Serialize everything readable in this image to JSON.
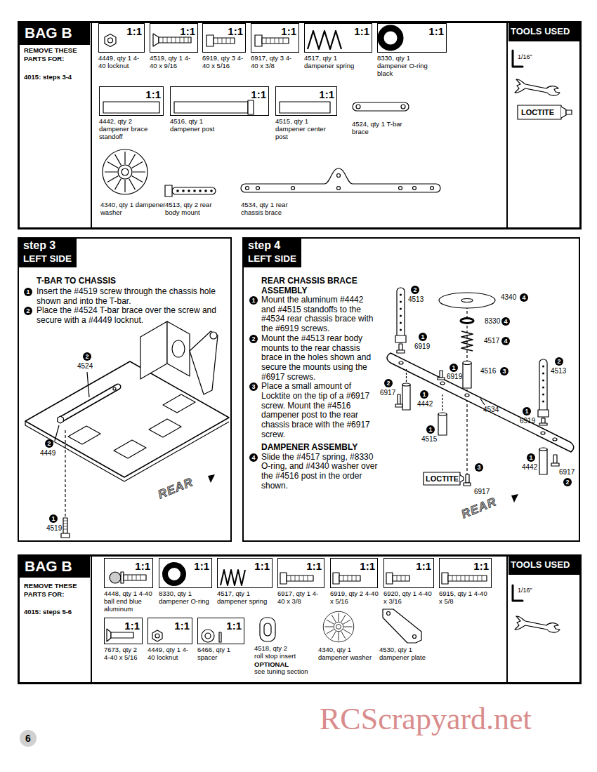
{
  "diagram": {
    "nodes": [
      {
        "text": [
          "BAG B",
          "REMOVE THESE PARTS FOR:",
          "4015: steps 3-4"
        ]
      },
      {
        "text": [
          "1:1",
          "4449, qty 1 4-40 locknut"
        ],
        "in": 0
      },
      {
        "text": [
          "1:1",
          "4519, qty 1 4-40 x 9/16"
        ],
        "in": 0
      },
      {
        "text": [
          "1:1",
          "6919, qty 3 4-40 x 5/16"
        ],
        "in": 0
      },
      {
        "text": [
          "1:1",
          "6917, qty 3 4-40 x 3/8"
        ],
        "in": 0
      },
      {
        "text": [
          "1:1",
          "4517, qty 1 dampener spring"
        ],
        "in": 0
      },
      {
        "text": [
          "1:1",
          "8330, qty 1 dampener O-ring black"
        ],
        "in": 0
      },
      {
        "text": [
          "1:1",
          "4442, qty 2 dampener brace standoff"
        ],
        "in": 0
      },
      {
        "text": [
          "1:1",
          "4516, qty 1 dampener post"
        ],
        "in": 0
      },
      {
        "text": [
          "1:1",
          "4515, qty 1 dampener center post"
        ],
        "in": 0
      },
      {
        "text": [
          "TOOLS USED"
        ],
        "in": 0
      },
      {
        "text": [
          "step 3",
          "LEFT SIDE",
          "T-BAR TO CHASSIS",
          "Insert the #4519 screw through the chassis hole shown and into the T-bar.",
          "Place the #4524 T-bar brace over the screw and secure with a #4449 locknut."
        ]
      },
      {
        "text": [
          "step 4",
          "LEFT SIDE",
          "REAR CHASSIS BRACE ASSEMBLY",
          "Mount the aluminum #4442 and #4515 standoffs to the #4534 rear chassis brace with the #6919 screws.",
          "Mount the #4513 rear body mounts to the rear chassis brace in the holes shown and secure the mounts using the #6917 screws.",
          "Place a small amount of Locktite on the tip of a #6917 screw. Mount the #4516 dampener post to the rear chassis brace with the #6917 screw.",
          "DAMPENER ASSEMBLY",
          "Slide the #4517 spring, #8330 O-ring, and #4340 washer over the #4516 post in the order shown."
        ]
      },
      {
        "text": [
          "BAG B",
          "REMOVE THESE PARTS FOR:",
          "4015: steps 5-6"
        ]
      },
      {
        "text": [
          "1:1",
          "4448, qty 1 4-40 ball end blue aluminum"
        ],
        "in": 13
      },
      {
        "text": [
          "1:1",
          "8330, qty 1 dampener O-ring"
        ],
        "in": 13
      },
      {
        "text": [
          "1:1",
          "4517, qty 1 dampener spring"
        ],
        "in": 13
      },
      {
        "text": [
          "1:1",
          "6917, qty 1 4-40 x 3/8"
        ],
        "in": 13
      },
      {
        "text": [
          "1:1",
          "6919, qty 2 4-40 x 5/16"
        ],
        "in": 13
      },
      {
        "text": [
          "1:1",
          "6920, qty 1 4-40 x 3/16"
        ],
        "in": 13
      },
      {
        "text": [
          "1:1",
          "6915, qty 1 4-40 x 5/8"
        ],
        "in": 13
      },
      {
        "text": [
          "1:1",
          "7673, qty 2 4-40 x 5/16"
        ],
        "in": 13
      },
      {
        "text": [
          "1:1",
          "4449, qty 1 4-40 locknut"
        ],
        "in": 13
      },
      {
        "text": [
          "1:1",
          "6466, qty 1 spacer"
        ],
        "in": 13
      },
      {
        "text": [
          "TOOLS USED"
        ],
        "in": 13
      }
    ],
    "labels": [
      "4524, qty 1 T-bar brace",
      "4340, qty 1 dampener washer",
      "4513, qty 2 rear body mount",
      "4534, qty 1 rear chassis brace",
      "1/16\"",
      "LOCTITE",
      "1",
      "2",
      "2",
      "4524",
      "2",
      "4449",
      "1",
      "4519",
      "REAR",
      "1",
      "2",
      "3",
      "4",
      "2",
      "4513",
      "4340",
      "4",
      "8330",
      "4",
      "4517",
      "4",
      "1",
      "6919",
      "4516",
      "3",
      "2",
      "4513",
      "1",
      "6919",
      "2",
      "6917",
      "1",
      "4442",
      "4534",
      "1",
      "6919",
      "1",
      "4515",
      "3",
      "LOCTITE",
      "6917",
      "1",
      "4442",
      "6917",
      "2",
      "REAR",
      "4518, qty 2 roll stop insert",
      "OPTIONAL",
      "see tuning section",
      "4340, qty 1 dampener washer",
      "4530, qty 1 dampener plate",
      "1/16\"",
      "RCScrapyard.net",
      "6"
    ]
  }
}
